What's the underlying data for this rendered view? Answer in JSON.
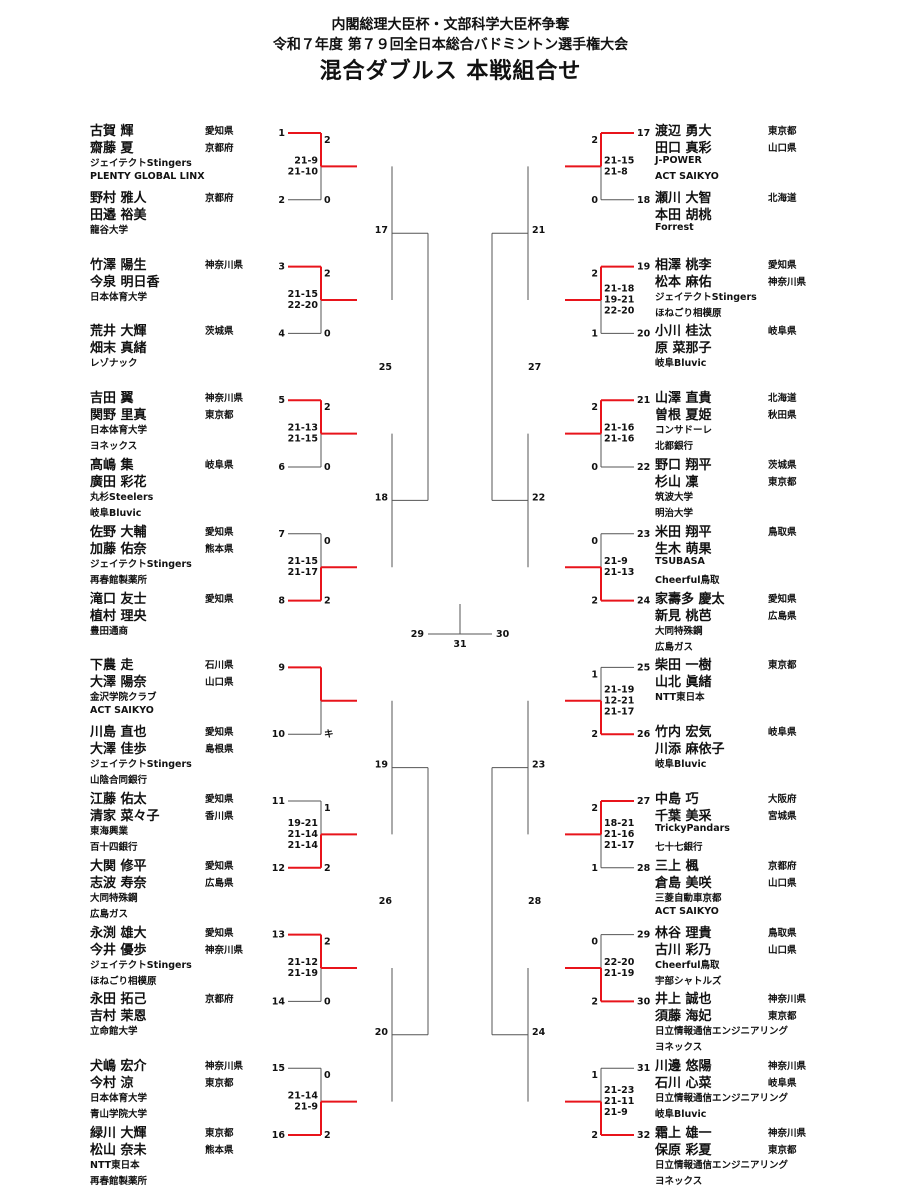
{
  "header": {
    "line1": "内閣総理大臣杯・文部科学大臣杯争奪",
    "line2": "令和７年度 第７９回全日本総合バドミントン選手権大会",
    "title": "混合ダブルス 本戦組合せ"
  },
  "entries": [
    {
      "seed": "1",
      "p1": "古賀 輝",
      "pref1": "愛知県",
      "p2": "齋藤 夏",
      "pref2": "京都府",
      "teams": [
        "ジェイテクトStingers",
        "PLENTY GLOBAL LINX"
      ],
      "result": "2"
    },
    {
      "seed": "2",
      "p1": "野村 雅人",
      "pref1": "京都府",
      "p2": "田邉 裕美",
      "pref2": "",
      "teams": [
        "龍谷大学"
      ],
      "result": "0"
    },
    {
      "seed": "3",
      "p1": "竹澤 陽生",
      "pref1": "神奈川県",
      "p2": "今泉 明日香",
      "pref2": "",
      "teams": [
        "日本体育大学"
      ],
      "result": "2"
    },
    {
      "seed": "4",
      "p1": "荒井 大輝",
      "pref1": "茨城県",
      "p2": "畑末 真緒",
      "pref2": "",
      "teams": [
        "レゾナック"
      ],
      "result": "0"
    },
    {
      "seed": "5",
      "p1": "吉田 翼",
      "pref1": "神奈川県",
      "p2": "関野 里真",
      "pref2": "東京都",
      "teams": [
        "日本体育大学",
        "ヨネックス"
      ],
      "result": "2"
    },
    {
      "seed": "6",
      "p1": "髙嶋 集",
      "pref1": "岐阜県",
      "p2": "廣田 彩花",
      "pref2": "",
      "teams": [
        "丸杉Steelers",
        "岐阜Bluvic"
      ],
      "result": "0"
    },
    {
      "seed": "7",
      "p1": "佐野 大輔",
      "pref1": "愛知県",
      "p2": "加藤 佑奈",
      "pref2": "熊本県",
      "teams": [
        "ジェイテクトStingers",
        "再春館製薬所"
      ],
      "result": "0"
    },
    {
      "seed": "8",
      "p1": "滝口 友士",
      "pref1": "愛知県",
      "p2": "植村 理央",
      "pref2": "",
      "teams": [
        "豊田通商"
      ],
      "result": "2"
    },
    {
      "seed": "9",
      "p1": "下農 走",
      "pref1": "石川県",
      "p2": "大澤 陽奈",
      "pref2": "山口県",
      "teams": [
        "金沢学院クラブ",
        "ACT SAIKYO"
      ],
      "result": ""
    },
    {
      "seed": "10",
      "p1": "川島 直也",
      "pref1": "愛知県",
      "p2": "大澤 佳歩",
      "pref2": "島根県",
      "teams": [
        "ジェイテクトStingers",
        "山陰合同銀行"
      ],
      "result": "キ"
    },
    {
      "seed": "11",
      "p1": "江藤 佑太",
      "pref1": "愛知県",
      "p2": "清家 菜々子",
      "pref2": "香川県",
      "teams": [
        "東海興業",
        "百十四銀行"
      ],
      "result": "1"
    },
    {
      "seed": "12",
      "p1": "大関 修平",
      "pref1": "愛知県",
      "p2": "志波 寿奈",
      "pref2": "広島県",
      "teams": [
        "大同特殊鋼",
        "広島ガス"
      ],
      "result": "2"
    },
    {
      "seed": "13",
      "p1": "永渕 雄大",
      "pref1": "愛知県",
      "p2": "今井 優歩",
      "pref2": "神奈川県",
      "teams": [
        "ジェイテクトStingers",
        "ほねごり相模原"
      ],
      "result": "2"
    },
    {
      "seed": "14",
      "p1": "永田 拓己",
      "pref1": "京都府",
      "p2": "吉村 茉恩",
      "pref2": "",
      "teams": [
        "立命館大学"
      ],
      "result": "0"
    },
    {
      "seed": "15",
      "p1": "犬嶋 宏介",
      "pref1": "神奈川県",
      "p2": "今村 涼",
      "pref2": "東京都",
      "teams": [
        "日本体育大学",
        "青山学院大学"
      ],
      "result": "0"
    },
    {
      "seed": "16",
      "p1": "緑川 大輝",
      "pref1": "東京都",
      "p2": "松山 奈未",
      "pref2": "熊本県",
      "teams": [
        "NTT東日本",
        "再春館製薬所"
      ],
      "result": "2"
    },
    {
      "seed": "17",
      "p1": "渡辺 勇大",
      "pref1": "東京都",
      "p2": "田口 真彩",
      "pref2": "山口県",
      "teams": [
        "J-POWER",
        "ACT SAIKYO"
      ],
      "result": "2"
    },
    {
      "seed": "18",
      "p1": "瀬川 大智",
      "pref1": "北海道",
      "p2": "本田 胡桃",
      "pref2": "",
      "teams": [
        "Forrest"
      ],
      "result": "0"
    },
    {
      "seed": "19",
      "p1": "相澤 桃李",
      "pref1": "愛知県",
      "p2": "松本 麻佑",
      "pref2": "神奈川県",
      "teams": [
        "ジェイテクトStingers",
        "ほねごり相模原"
      ],
      "result": "2"
    },
    {
      "seed": "20",
      "p1": "小川 桂汰",
      "pref1": "岐阜県",
      "p2": "原 菜那子",
      "pref2": "",
      "teams": [
        "岐阜Bluvic"
      ],
      "result": "1"
    },
    {
      "seed": "21",
      "p1": "山澤 直貴",
      "pref1": "北海道",
      "p2": "曽根 夏姫",
      "pref2": "秋田県",
      "teams": [
        "コンサドーレ",
        "北都銀行"
      ],
      "result": "2"
    },
    {
      "seed": "22",
      "p1": "野口 翔平",
      "pref1": "茨城県",
      "p2": "杉山 凜",
      "pref2": "東京都",
      "teams": [
        "筑波大学",
        "明治大学"
      ],
      "result": "0"
    },
    {
      "seed": "23",
      "p1": "米田 翔平",
      "pref1": "鳥取県",
      "p2": "生木 萌果",
      "pref2": "",
      "teams": [
        "TSUBASA",
        "Cheerful鳥取"
      ],
      "result": "0"
    },
    {
      "seed": "24",
      "p1": "家壽多 慶太",
      "pref1": "愛知県",
      "p2": "新見 桃芭",
      "pref2": "広島県",
      "teams": [
        "大同特殊鋼",
        "広島ガス"
      ],
      "result": "2"
    },
    {
      "seed": "25",
      "p1": "柴田 一樹",
      "pref1": "東京都",
      "p2": "山北 眞緒",
      "pref2": "",
      "teams": [
        "NTT東日本"
      ],
      "result": "1"
    },
    {
      "seed": "26",
      "p1": "竹内 宏気",
      "pref1": "岐阜県",
      "p2": "川添 麻依子",
      "pref2": "",
      "teams": [
        "岐阜Bluvic"
      ],
      "result": "2"
    },
    {
      "seed": "27",
      "p1": "中島 巧",
      "pref1": "大阪府",
      "p2": "千葉 美采",
      "pref2": "宮城県",
      "teams": [
        "TrickyPandars",
        "七十七銀行"
      ],
      "result": "2"
    },
    {
      "seed": "28",
      "p1": "三上 楓",
      "pref1": "京都府",
      "p2": "倉島 美咲",
      "pref2": "山口県",
      "teams": [
        "三菱自動車京都",
        "ACT SAIKYO"
      ],
      "result": "1"
    },
    {
      "seed": "29",
      "p1": "林谷 理貴",
      "pref1": "鳥取県",
      "p2": "古川 彩乃",
      "pref2": "山口県",
      "teams": [
        "Cheerful鳥取",
        "宇部シャトルズ"
      ],
      "result": "0"
    },
    {
      "seed": "30",
      "p1": "井上 誠也",
      "pref1": "神奈川県",
      "p2": "須藤 海妃",
      "pref2": "東京都",
      "teams": [
        "日立情報通信エンジニアリング",
        "ヨネックス"
      ],
      "result": "2"
    },
    {
      "seed": "31",
      "p1": "川邊 悠陽",
      "pref1": "神奈川県",
      "p2": "石川 心菜",
      "pref2": "岐阜県",
      "teams": [
        "日立情報通信エンジニアリング",
        "岐阜Bluvic"
      ],
      "result": "1"
    },
    {
      "seed": "32",
      "p1": "霜上 雄一",
      "pref1": "神奈川県",
      "p2": "保原 彩夏",
      "pref2": "東京都",
      "teams": [
        "日立情報通信エンジニアリング",
        "ヨネックス"
      ],
      "result": "2"
    }
  ],
  "first_round": [
    {
      "winner": "top",
      "scores": [
        "21-9",
        "21-10"
      ]
    },
    {
      "winner": "top",
      "scores": [
        "21-15",
        "22-20"
      ]
    },
    {
      "winner": "top",
      "scores": [
        "21-13",
        "21-15"
      ]
    },
    {
      "winner": "bottom",
      "scores": [
        "21-15",
        "21-17"
      ]
    },
    {
      "winner": "top",
      "scores": []
    },
    {
      "winner": "bottom",
      "scores": [
        "19-21",
        "21-14",
        "21-14"
      ]
    },
    {
      "winner": "top",
      "scores": [
        "21-12",
        "21-19"
      ]
    },
    {
      "winner": "bottom",
      "scores": [
        "21-14",
        "21-9"
      ]
    },
    {
      "winner": "top",
      "scores": [
        "21-15",
        "21-8"
      ]
    },
    {
      "winner": "top",
      "scores": [
        "21-18",
        "19-21",
        "22-20"
      ]
    },
    {
      "winner": "top",
      "scores": [
        "21-16",
        "21-16"
      ]
    },
    {
      "winner": "bottom",
      "scores": [
        "21-9",
        "21-13"
      ]
    },
    {
      "winner": "bottom",
      "scores": [
        "21-19",
        "12-21",
        "21-17"
      ]
    },
    {
      "winner": "top",
      "scores": [
        "18-21",
        "21-16",
        "21-17"
      ]
    },
    {
      "winner": "bottom",
      "scores": [
        "22-20",
        "21-19"
      ]
    },
    {
      "winner": "bottom",
      "scores": [
        "21-23",
        "21-11",
        "21-9"
      ]
    }
  ],
  "match_numbers": {
    "r2": [
      "17",
      "18",
      "19",
      "20",
      "21",
      "22",
      "23",
      "24"
    ],
    "qf": [
      "25",
      "26",
      "27",
      "28"
    ],
    "sf": [
      "29",
      "30"
    ],
    "final": "31"
  },
  "colors": {
    "winner_line": "#e8141b",
    "line": "#555555",
    "text": "#111111"
  }
}
